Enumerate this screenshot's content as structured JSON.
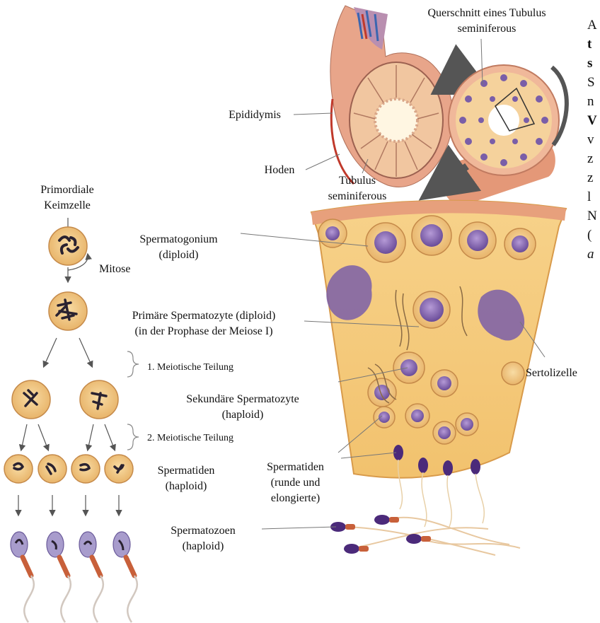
{
  "labels": {
    "querschnitt": "Querschnitt eines Tubulus",
    "querschnitt2": "seminiferous",
    "epididymis": "Epididymis",
    "hoden": "Hoden",
    "tubulus1": "Tubulus",
    "tubulus2": "seminiferous",
    "primordiale1": "Primordiale",
    "primordiale2": "Keimzelle",
    "mitose": "Mitose",
    "spermatogonium1": "Spermatogonium",
    "spermatogonium2": "(diploid)",
    "primaer1": "Primäre Spermatozyte (diploid)",
    "primaer2": "(in der Prophase der Meiose I)",
    "teilung1": "1. Meiotische Teilung",
    "sekundaer1": "Sekundäre Spermatozyte",
    "sekundaer2": "(haploid)",
    "teilung2": "2. Meiotische Teilung",
    "spermatiden_l1": "Spermatiden",
    "spermatiden_l2": "(haploid)",
    "spermatiden_r1": "Spermatiden",
    "spermatiden_r2": "(runde und",
    "spermatiden_r3": "elongierte)",
    "spermatozoen1": "Spermatozoen",
    "spermatozoen2": "(haploid)",
    "sertolizelle": "Sertolizelle"
  },
  "side_text": [
    "A",
    "t",
    "s",
    "S",
    "n",
    "V",
    "v",
    "z",
    "z",
    "l",
    "N",
    "(",
    "a"
  ],
  "colors": {
    "cell_fill": "#f2c98a",
    "cell_stroke": "#c89a5a",
    "chromosome": "#2a2230",
    "tissue": "#f5c978",
    "nucleus": "#7a5ea8",
    "sperm_head": "#4b2a7a",
    "midpiece": "#c8603a",
    "tubule_outer": "#e9a07a",
    "arrow": "#555555"
  }
}
